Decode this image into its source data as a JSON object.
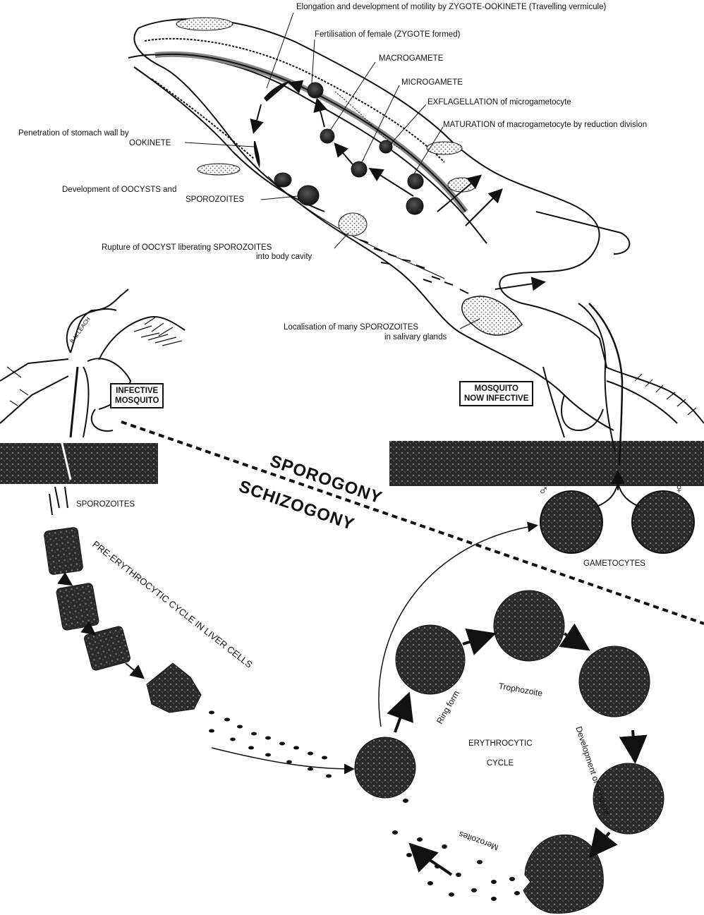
{
  "labels": {
    "elongation": "Elongation and development of motility by ZYGOTE-OOKINETE (Travelling vermicule)",
    "fertilisation": "Fertilisation of female (ZYGOTE formed)",
    "macrogamete": "MACROGAMETE",
    "microgamete": "MICROGAMETE",
    "exflagellation": "EXFLAGELLATION of microgametocyte",
    "maturation": "MATURATION of macrogametocyte by reduction division",
    "penetration_line1": "Penetration of stomach wall by",
    "penetration_line2": "OOKINETE",
    "oocysts_line1": "Development of OOCYSTS and",
    "oocysts_line2": "SPOROZOITES",
    "rupture_line1": "Rupture of OOCYST liberating SPOROZOITES",
    "rupture_line2": "into body cavity",
    "salivary_line1": "Localisation of many SPOROZOITES",
    "salivary_line2": "in salivary glands",
    "infective_line1": "INFECTIVE",
    "infective_line2": "MOSQUITO",
    "now_infective_line1": "MOSQUITO",
    "now_infective_line2": "NOW INFECTIVE",
    "sporogony": "SPOROGONY",
    "schizogony": "SCHIZOGONY",
    "sporozoites": "SPOROZOITES",
    "pre_erythrocytic": "PRE-ERYTHROCYTIC CYCLE IN LIVER CELLS",
    "gametocytes": "GAMETOCYTES",
    "ring_form": "Ring form",
    "trophozoite": "Trophozoite",
    "development_of_schizont": "Development of schizont",
    "erythrocytic_line1": "ERYTHROCYTIC",
    "erythrocytic_line2": "CYCLE",
    "merozoites": "Merozoites",
    "male_symbol": "♂",
    "female_symbol": "♀",
    "signature": "B.M.LEACH"
  }
}
